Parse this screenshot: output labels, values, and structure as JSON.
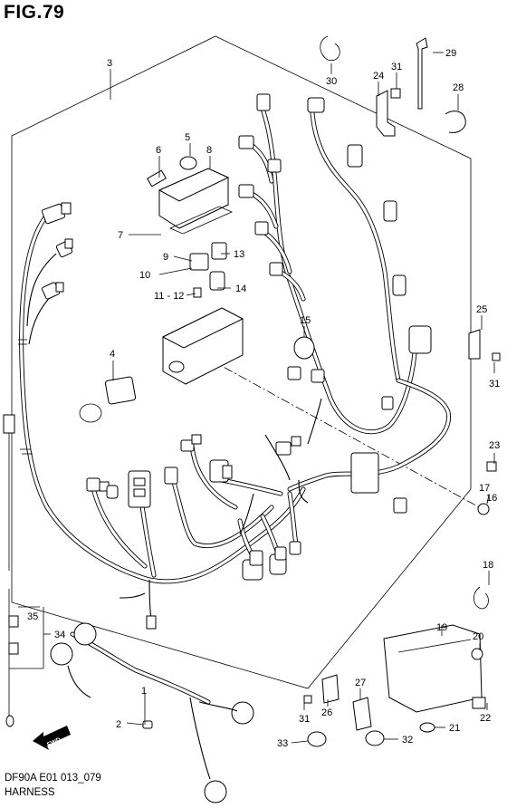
{
  "figure": {
    "title": "FIG.79"
  },
  "footer": {
    "code": "DF90A E01 013_079",
    "name": "HARNESS"
  },
  "fwd_label": "FWD",
  "callouts": [
    "1",
    "2",
    "3",
    "4",
    "5",
    "6",
    "7",
    "8",
    "9",
    "10",
    "11 - 12",
    "13",
    "14",
    "15",
    "16",
    "17",
    "18",
    "19",
    "20",
    "21",
    "22",
    "23",
    "24",
    "25",
    "26",
    "27",
    "28",
    "29",
    "30",
    "31",
    "32",
    "33",
    "34",
    "35"
  ]
}
